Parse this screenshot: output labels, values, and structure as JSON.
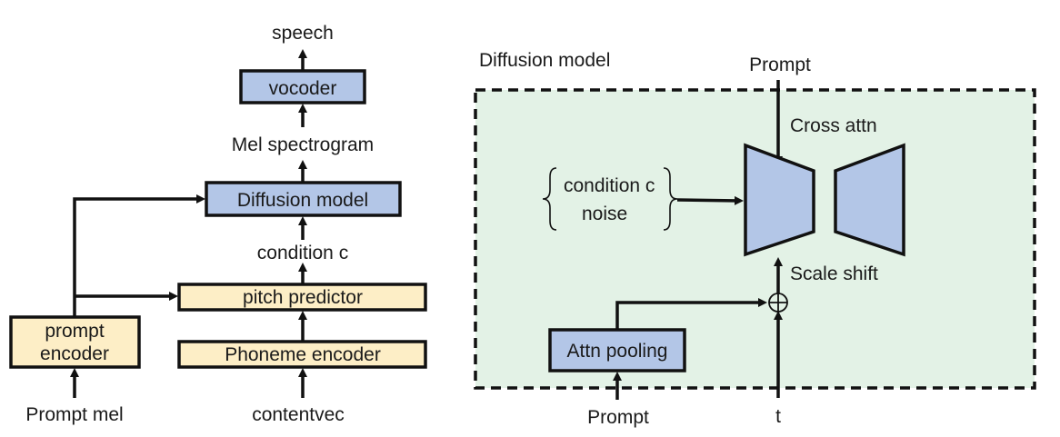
{
  "left": {
    "speech": "speech",
    "vocoder": "vocoder",
    "mel_spectrogram": "Mel spectrogram",
    "diffusion_model": "Diffusion model",
    "condition_c": "condition c",
    "pitch_predictor": "pitch predictor",
    "phoneme_encoder": "Phoneme encoder",
    "prompt_encoder_line1": "prompt",
    "prompt_encoder_line2": "encoder",
    "prompt_mel": "Prompt mel",
    "contentvec": "contentvec"
  },
  "right": {
    "title": "Diffusion model",
    "prompt_top": "Prompt",
    "cross_attn": "Cross attn",
    "condition_c": "condition c",
    "noise": "noise",
    "scale_shift": "Scale shift",
    "attn_pooling": "Attn pooling",
    "prompt_bottom": "Prompt",
    "t": "t"
  },
  "colors": {
    "blue_box": "#b3c6e7",
    "yellow_box": "#fdeec6",
    "panel_bg": "#e3f2e6"
  }
}
